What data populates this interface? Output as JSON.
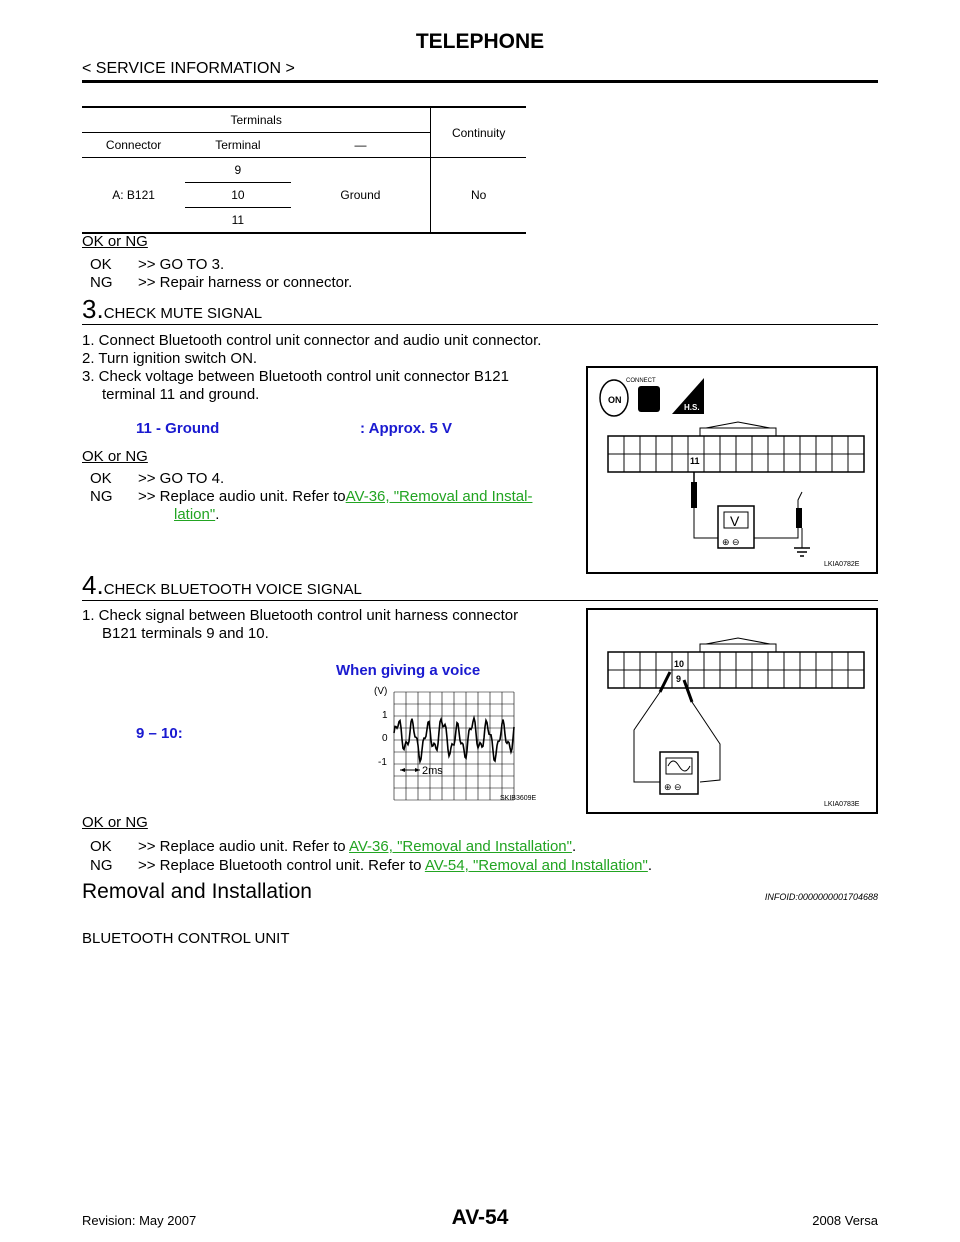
{
  "header": {
    "title": "TELEPHONE",
    "section": "< SERVICE INFORMATION >"
  },
  "table": {
    "terminals_header": "Terminals",
    "continuity_header": "Continuity",
    "connector_header": "Connector",
    "terminal_header": "Terminal",
    "dash": "—",
    "connector": "A: B121",
    "terminals": [
      "9",
      "10",
      "11"
    ],
    "ground": "Ground",
    "continuity": "No"
  },
  "step2_result": {
    "ok_or_ng": "OK or NG",
    "ok": "OK",
    "ok_text": ">> GO TO 3.",
    "ng": "NG",
    "ng_text": ">> Repair harness or connector."
  },
  "step3": {
    "num": "3.",
    "title": "CHECK MUTE SIGNAL",
    "items": [
      "1. Connect Bluetooth control unit connector and audio unit connector.",
      "2. Turn ignition switch ON.",
      "3. Check voltage between Bluetooth control unit connector B121",
      "terminal 11 and ground."
    ],
    "spec_left": "11 - Ground",
    "spec_right": ": Approx. 5 V",
    "ok_or_ng": "OK or NG",
    "ok": "OK",
    "ok_text": ">> GO TO 4.",
    "ng": "NG",
    "ng_text": ">> Replace audio unit. Refer to",
    "ng_link_1": "AV-36, \"Removal and Instal-",
    "ng_link_2": "lation\"",
    "ng_end": ".",
    "figure": {
      "connect": "CONNECT",
      "on": "ON",
      "hs": "H.S.",
      "pin": "11",
      "meter": "V",
      "code": "LKIA0782E"
    }
  },
  "step4": {
    "num": "4.",
    "title": "CHECK BLUETOOTH VOICE SIGNAL",
    "items": [
      "1. Check signal between Bluetooth control unit harness connector",
      "B121 terminals 9 and 10."
    ],
    "voice_label": "When giving a voice",
    "spec_left": "9 – 10:",
    "wave": {
      "unit": "(V)",
      "y_top": "1",
      "y_mid": "0",
      "y_bot": "-1",
      "time": "2ms",
      "code": "SKIB3609E"
    },
    "figure": {
      "pin_a": "10",
      "pin_b": "9",
      "code": "LKIA0783E"
    },
    "ok_or_ng": "OK or NG",
    "ok": "OK",
    "ok_text": ">> Replace audio unit. Refer to",
    "ok_link": "AV-36, \"Removal and Installation\"",
    "ok_end": ".",
    "ng": "NG",
    "ng_text": ">> Replace Bluetooth control unit. Refer to",
    "ng_link": "AV-54, \"Removal and Installation\"",
    "ng_end": "."
  },
  "removal": {
    "title": "Removal and Installation",
    "infoid": "INFOID:0000000001704688",
    "subtitle": "BLUETOOTH CONTROL UNIT"
  },
  "footer": {
    "revision": "Revision: May 2007",
    "page": "AV-54",
    "model": "2008 Versa"
  }
}
